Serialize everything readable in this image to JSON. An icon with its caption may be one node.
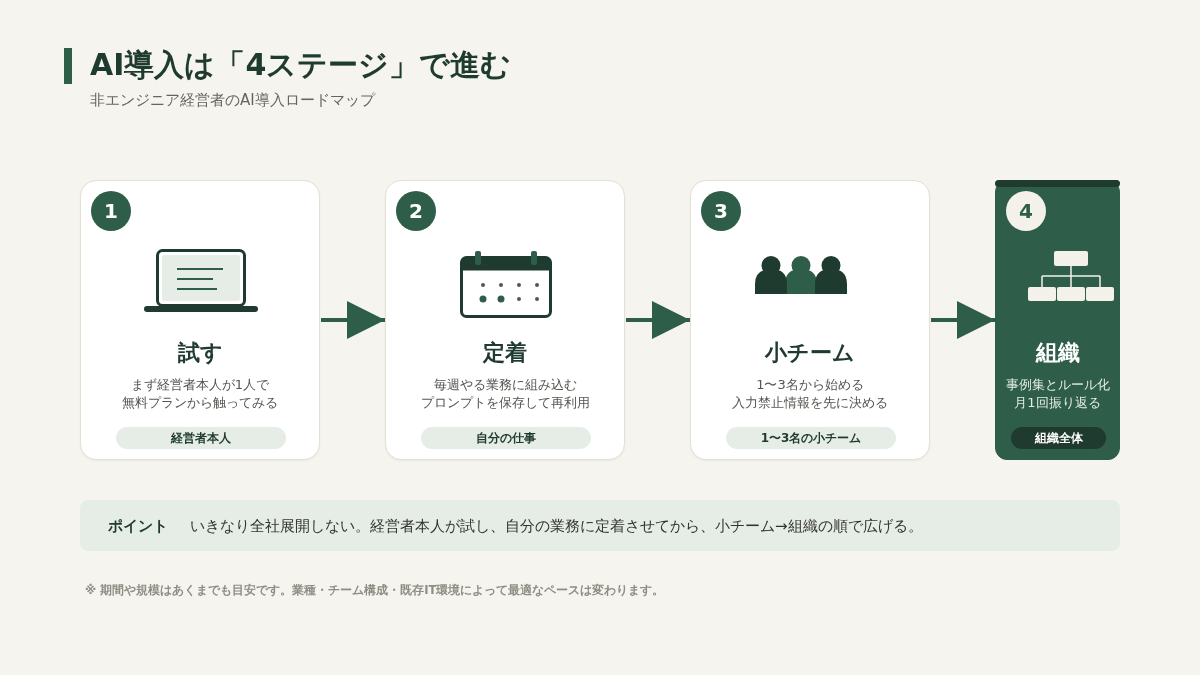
{
  "diagram": {
    "title": "AI導入は「4ステージ」で進む",
    "nodes": [
      {
        "text": [
          "1",
          "試す",
          "まず経営者本人が1人で",
          "無料プランから触ってみる",
          "経営者本人"
        ]
      },
      {
        "text": [
          "2",
          "定着",
          "毎週やる業務に組み込む",
          "プロンプトを保存して再利用",
          "自分の仕事"
        ]
      },
      {
        "text": [
          "3",
          "小チーム",
          "1〜3名から始める",
          "入力禁止情報を先に決める",
          "1〜3名の小チーム"
        ]
      },
      {
        "text": [
          "4",
          "組織",
          "事例集とルール化",
          "月1回振り返る",
          "組織全体"
        ]
      },
      {
        "text": [
          "ポイント",
          "いきなり全社展開しない。経営者本人が試し、自分の業務に定着させてから、小チーム→組織の順で広げる。"
        ]
      }
    ],
    "edges": [
      {
        "from": 0,
        "to": 1,
        "arrow": "to"
      },
      {
        "from": 1,
        "to": 2,
        "arrow": "to"
      },
      {
        "from": 2,
        "to": 3,
        "arrow": "to"
      }
    ],
    "labels": [
      "非エンジニア経営者のAI導入ロードマップ",
      "※ 期間や規模はあくまでも目安です。業種・チーム構成・既存IT環境によって最適なペースは変わります。"
    ]
  }
}
